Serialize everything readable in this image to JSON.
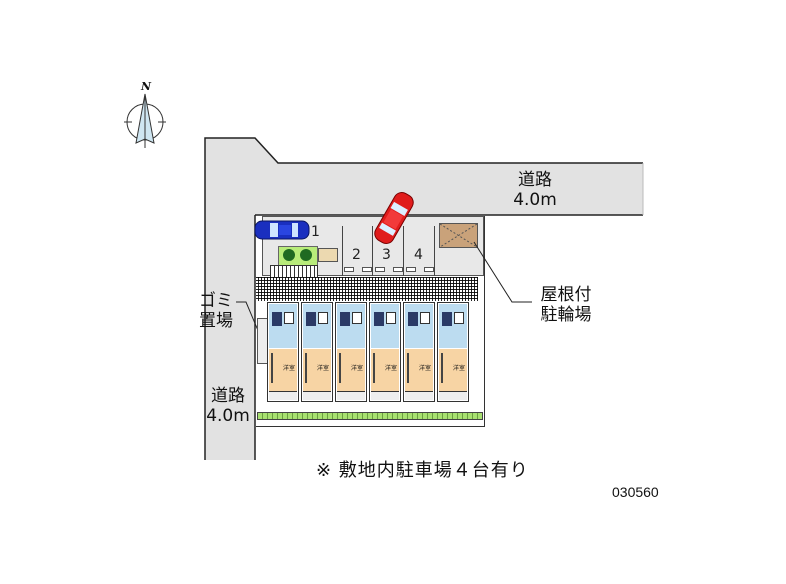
{
  "compass": {
    "label": "N"
  },
  "roads": {
    "north": {
      "name": "道路",
      "width": "4.0m"
    },
    "west": {
      "name": "道路",
      "width": "4.0m"
    }
  },
  "labels": {
    "garbage": {
      "line1": "ゴミ",
      "line2": "置場"
    },
    "bicycle": {
      "line1": "屋根付",
      "line2": "駐輪場"
    }
  },
  "parking": {
    "spots": [
      "1",
      "2",
      "3",
      "4"
    ],
    "cars": [
      {
        "spot": "1",
        "color": "#1a2fbf"
      },
      {
        "spot": "3",
        "color": "#e01c1c"
      }
    ]
  },
  "building": {
    "units": [
      {
        "room_label": "洋室"
      },
      {
        "room_label": "洋室"
      },
      {
        "room_label": "洋室"
      },
      {
        "room_label": "洋室"
      },
      {
        "room_label": "洋室"
      },
      {
        "room_label": "洋室"
      }
    ]
  },
  "note": "※ 敷地内駐車場４台有り",
  "code": "030560",
  "colors": {
    "road": "#e2e2e2",
    "room": "#f7d4a4",
    "wet_area": "#bcdcf0",
    "hedge": "#a8e070",
    "bike_shelter": "#c9a27a"
  }
}
